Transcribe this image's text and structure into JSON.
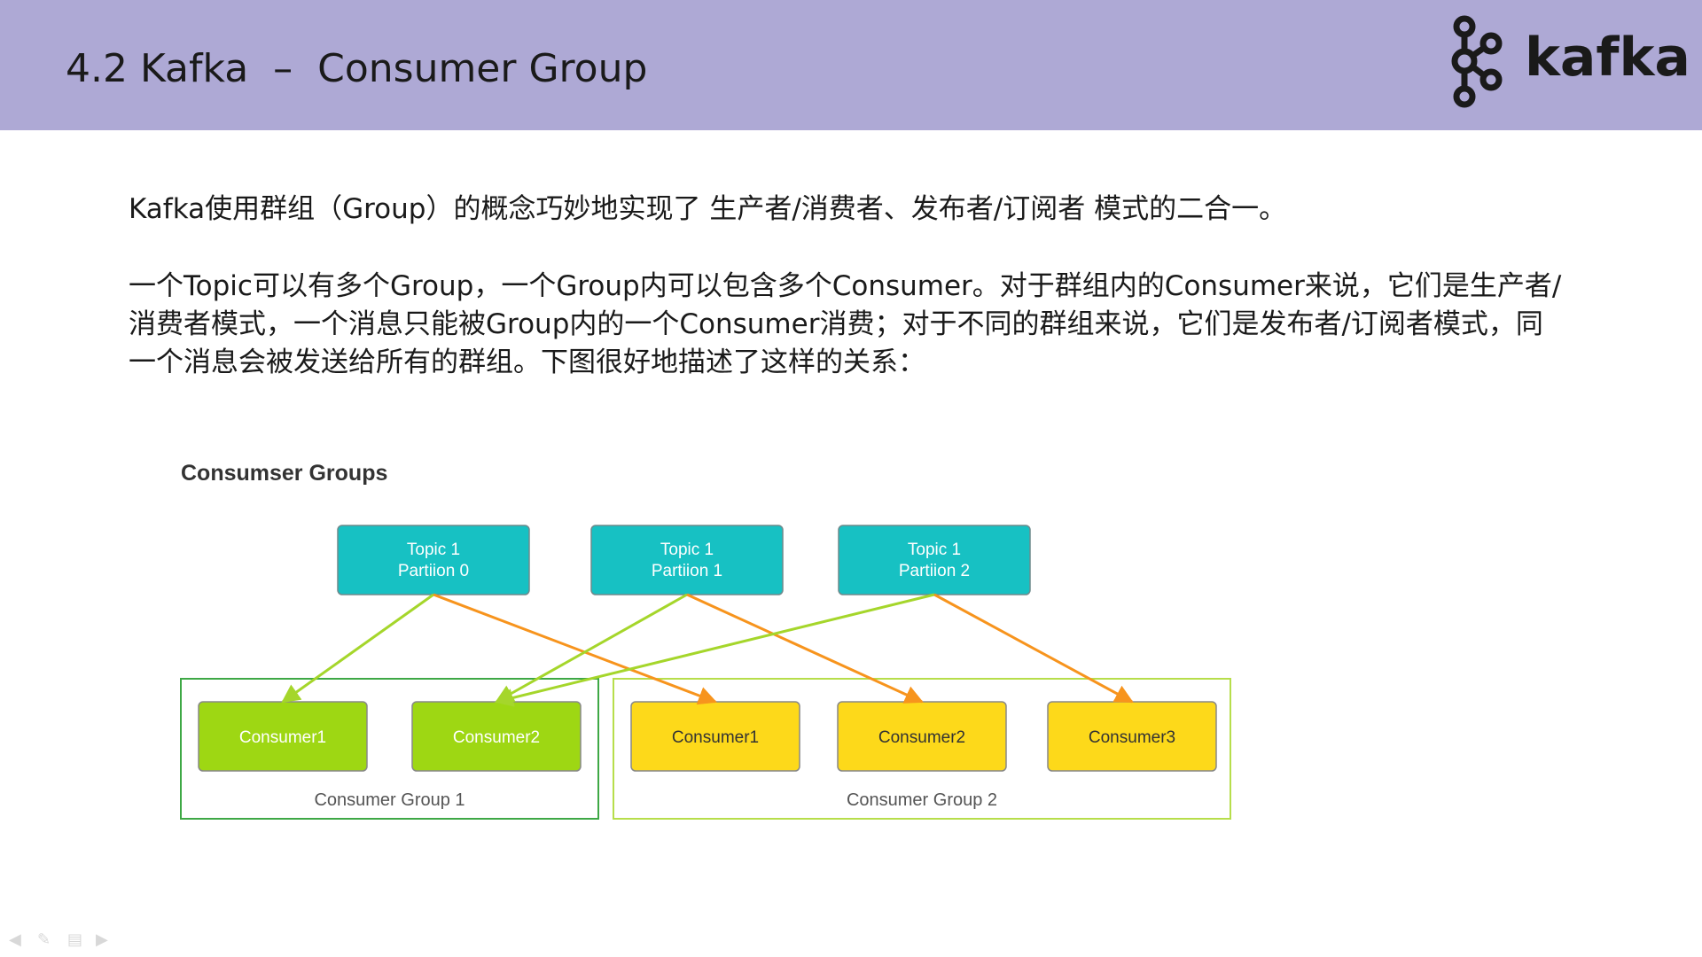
{
  "header": {
    "title": "4.2 Kafka  –  Consumer Group",
    "logo_text": "kafka",
    "bg_color": "#aea9d5"
  },
  "content": {
    "paragraph1": "Kafka使用群组（Group）的概念巧妙地实现了 生产者/消费者、发布者/订阅者 模式的二合一。",
    "paragraph2": "一个Topic可以有多个Group，一个Group内可以包含多个Consumer。对于群组内的Consumer来说，它们是生产者/消费者模式，一个消息只能被Group内的一个Consumer消费；对于不同的群组来说，它们是发布者/订阅者模式，同一个消息会被发送给所有的群组。下图很好地描述了这样的关系："
  },
  "diagram": {
    "title": "Consumser Groups",
    "partitions": [
      {
        "line1": "Topic 1",
        "line2": "Partiion 0"
      },
      {
        "line1": "Topic 1",
        "line2": "Partiion 1"
      },
      {
        "line1": "Topic 1",
        "line2": "Partiion 2"
      }
    ],
    "groups": [
      {
        "label": "Consumer Group 1",
        "consumers": [
          "Consumer1",
          "Consumer2"
        ],
        "color": "#9ed713",
        "border": "#3ea845"
      },
      {
        "label": "Consumer Group 2",
        "consumers": [
          "Consumer1",
          "Consumer2",
          "Consumer3"
        ],
        "color": "#fdd91a",
        "border": "#b7de4b"
      }
    ],
    "edges": [
      {
        "from": "Partiion 0",
        "to": "Consumer Group 1 / Consumer1",
        "color": "#a5d62b"
      },
      {
        "from": "Partiion 0",
        "to": "Consumer Group 2 / Consumer1",
        "color": "#f7941d"
      },
      {
        "from": "Partiion 1",
        "to": "Consumer Group 1 / Consumer2",
        "color": "#a5d62b"
      },
      {
        "from": "Partiion 1",
        "to": "Consumer Group 2 / Consumer2",
        "color": "#f7941d"
      },
      {
        "from": "Partiion 2",
        "to": "Consumer Group 1 / Consumer2",
        "color": "#a5d62b"
      },
      {
        "from": "Partiion 2",
        "to": "Consumer Group 2 / Consumer3",
        "color": "#f7941d"
      }
    ],
    "partition_color": "#17c1c3"
  },
  "nav_icons": [
    "arrow-left-icon",
    "pen-icon",
    "menu-icon",
    "arrow-right-icon"
  ]
}
